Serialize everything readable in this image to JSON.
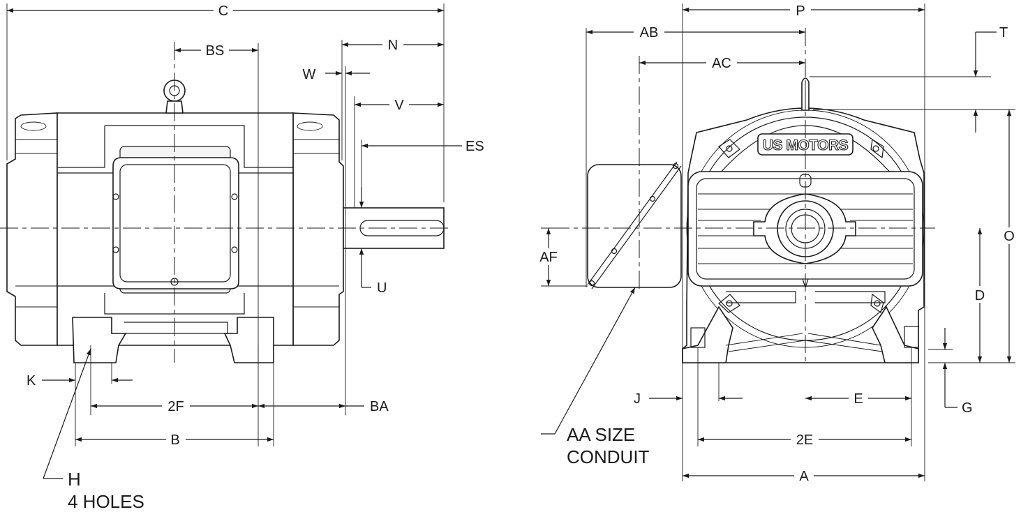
{
  "brand": "US MOTORS",
  "labels": {
    "C": "C",
    "BS": "BS",
    "W": "W",
    "N": "N",
    "V": "V",
    "ES": "ES",
    "U": "U",
    "K": "K",
    "F2": "2F",
    "B": "B",
    "BA": "BA",
    "H": "H",
    "holes": "4 HOLES",
    "P": "P",
    "T": "T",
    "AB": "AB",
    "AC": "AC",
    "AF": "AF",
    "O": "O",
    "D": "D",
    "J": "J",
    "E": "E",
    "G": "G",
    "E2": "2E",
    "A": "A",
    "AA_line1": "AA SIZE",
    "AA_line2": "CONDUIT"
  }
}
